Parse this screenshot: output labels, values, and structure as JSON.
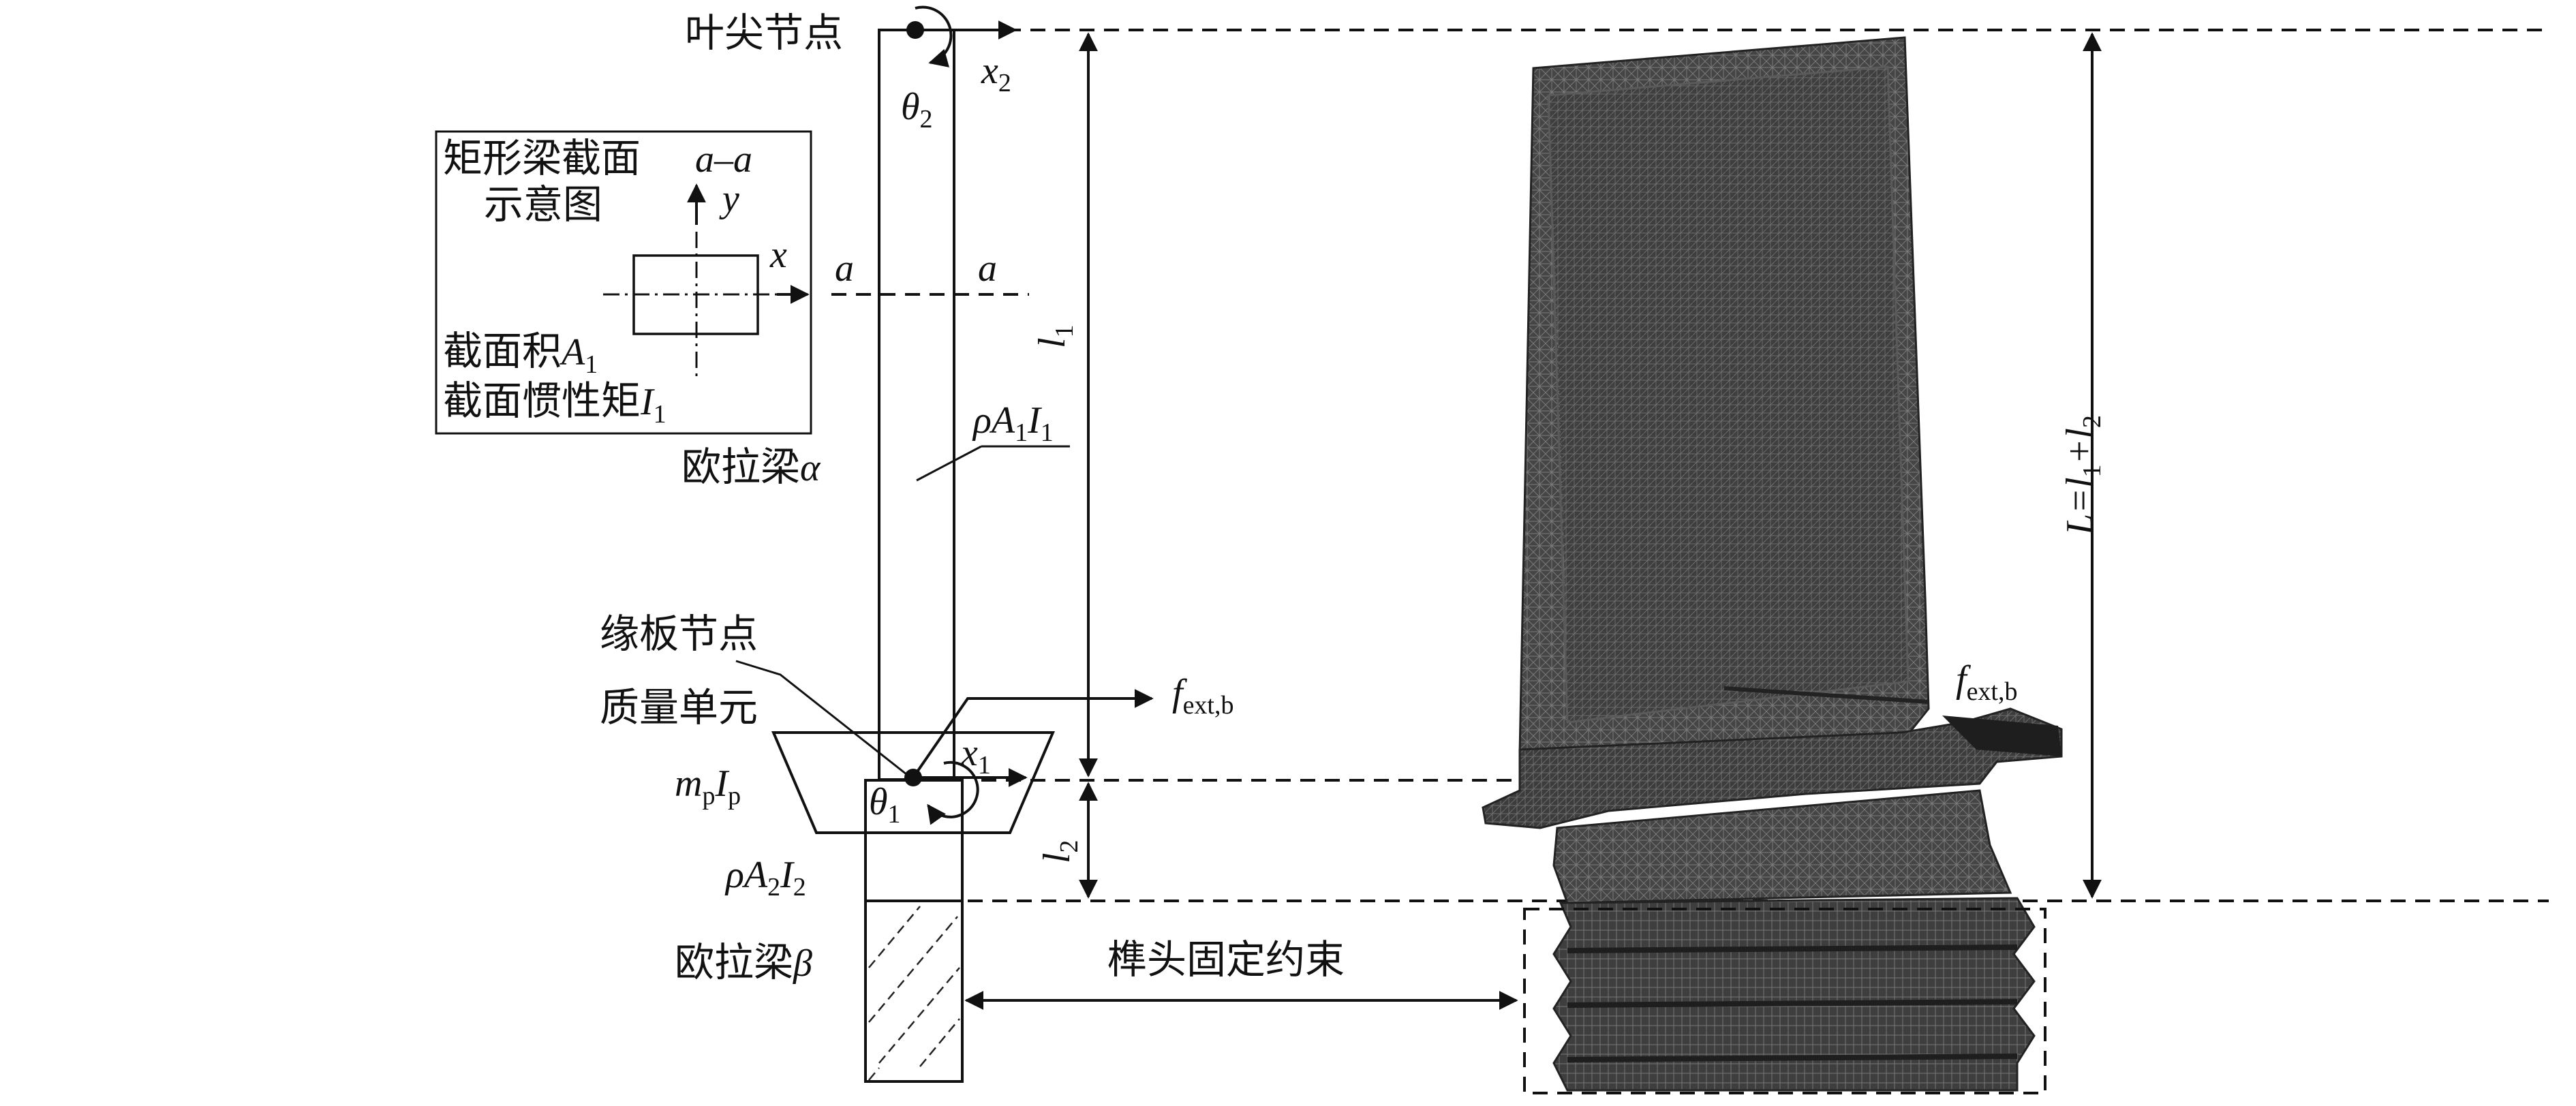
{
  "labels": {
    "tip_node": "叶尖节点",
    "section_title_line1": "矩形梁截面",
    "section_title_line2": "示意图",
    "section_name": "a–a",
    "section_y": "y",
    "section_x": "x",
    "section_area": "截面积",
    "section_area_sym": "A",
    "section_area_sub": "1",
    "section_inertia": "截面惯性矩",
    "section_inertia_sym": "I",
    "section_inertia_sub": "1",
    "cut_left": "a",
    "cut_right": "a",
    "beam_alpha": "欧拉梁",
    "beam_alpha_sym": "α",
    "beam_alpha_props": {
      "rho": "ρA",
      "sub1": "1",
      "I": "I",
      "sub2": "1"
    },
    "platform_node": "缘板节点",
    "mass_unit": "质量单元",
    "mass_props": {
      "m": "m",
      "msub": "p",
      "I": "I",
      "isub": "p"
    },
    "beam_beta_props": {
      "rho": "ρA",
      "sub1": "2",
      "I": "I",
      "sub2": "2"
    },
    "beam_beta": "欧拉梁",
    "beam_beta_sym": "β",
    "x2": "x",
    "x2_sub": "2",
    "theta2": "θ",
    "theta2_sub": "2",
    "x1": "x",
    "x1_sub": "1",
    "theta1": "θ",
    "theta1_sub": "1",
    "fext": "f",
    "fext_sub": "ext,b",
    "fext_right": "f",
    "fext_right_sub": "ext,b",
    "l1": "l",
    "l1_sub": "1",
    "l2": "l",
    "l2_sub": "2",
    "L_formula": {
      "L": "L",
      "eq": "=",
      "l1": "l",
      "s1": "1",
      "plus": "+",
      "l2": "l",
      "s2": "2"
    },
    "root_constraint": "榫头固定约束"
  },
  "colors": {
    "ink": "#111111",
    "mesh_dark": "#3a3a3a",
    "mesh_mid": "#4a4a4a"
  }
}
